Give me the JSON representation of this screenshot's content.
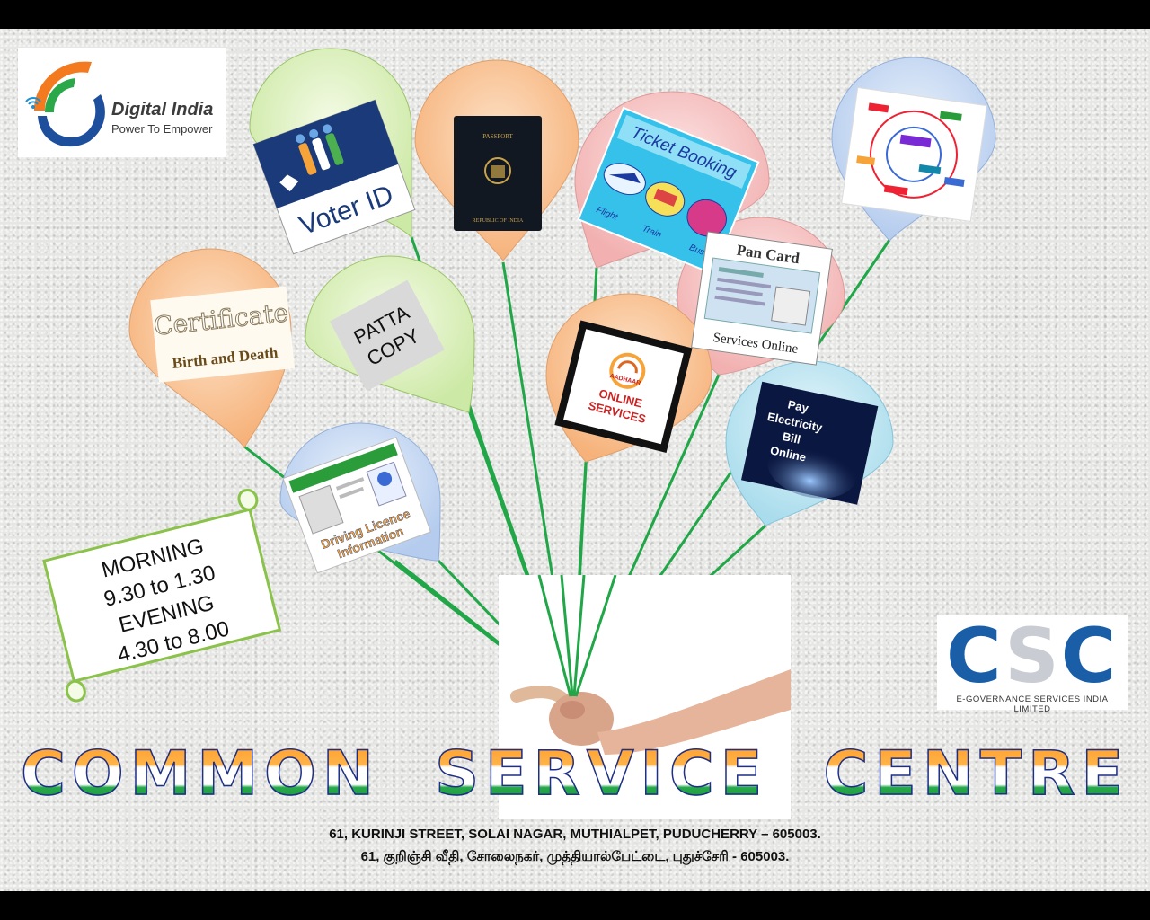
{
  "logos": {
    "digital_india_title": "Digital India",
    "digital_india_tagline": "Power To Empower",
    "csc_letters": "CSC",
    "csc_subtitle": "E-Governance Services India Limited"
  },
  "balloons": {
    "voter_id": "Voter ID",
    "passport_top": "PASSPORT",
    "passport_bottom": "REPUBLIC OF INDIA",
    "ticket_title": "Ticket Booking",
    "ticket_flight": "Flight",
    "ticket_train": "Train",
    "ticket_bus": "Bus",
    "certificate_title": "Certificate",
    "certificate_sub": "Birth and Death",
    "patta_line1": "PATTA",
    "patta_line2": "COPY",
    "pan_title": "Pan Card",
    "pan_sub": "Services Online",
    "aadhaar_brand": "AADHAAR",
    "aadhaar_line1": "ONLINE",
    "aadhaar_line2": "SERVICES",
    "electricity_l1": "Pay",
    "electricity_l2": "Electricity",
    "electricity_l3": "Bill",
    "electricity_l4": "Online",
    "licence_line1": "Driving Licence",
    "licence_line2": "Information"
  },
  "timings": {
    "morning_label": "MORNING",
    "morning_time": "9.30 to 1.30",
    "evening_label": "EVENING",
    "evening_time": "4.30 to 8.00"
  },
  "title": "COMMON  SERVICE  CENTRE",
  "address_english": "61, KURINJI STREET,  SOLAI NAGAR, MUTHIALPET,  PUDUCHERRY – 605003.",
  "address_tamil": "61, குறிஞ்சி வீதி, சோலைநகர், முத்தியால்பேட்டை, புதுச்சேரி -  605003.",
  "colors": {
    "saffron": "#ff9933",
    "green": "#1faa4a",
    "navy": "#1d2f86",
    "csc_blue": "#1a5ea8"
  }
}
